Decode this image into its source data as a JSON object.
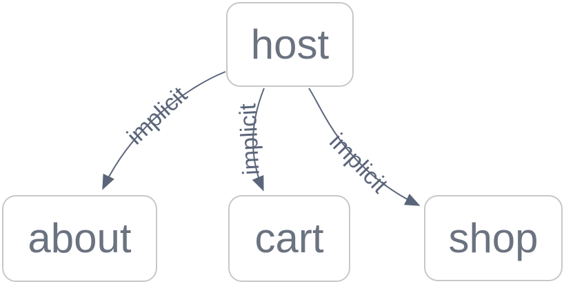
{
  "diagram": {
    "type": "graph",
    "direction": "top-down",
    "colors": {
      "canvas_bg": "#ffffff",
      "node_background": "#ffffff",
      "node_border": "#c6c7ca",
      "node_text": "#6b7280",
      "edge": "#5b657a",
      "edge_label": "#5b657a"
    },
    "nodes": [
      {
        "id": "host",
        "label": "host"
      },
      {
        "id": "about",
        "label": "about"
      },
      {
        "id": "cart",
        "label": "cart"
      },
      {
        "id": "shop",
        "label": "shop"
      }
    ],
    "edges": [
      {
        "from": "host",
        "to": "about",
        "label": "implicit",
        "arrow": "to"
      },
      {
        "from": "host",
        "to": "cart",
        "label": "implicit",
        "arrow": "to"
      },
      {
        "from": "host",
        "to": "shop",
        "label": "implicit",
        "arrow": "to"
      }
    ]
  }
}
